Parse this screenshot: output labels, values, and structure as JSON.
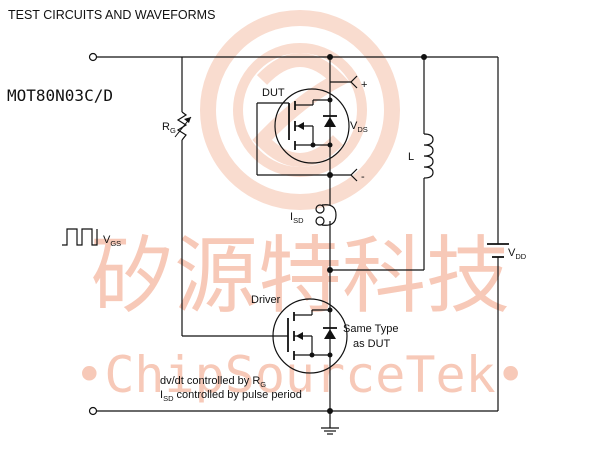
{
  "header": {
    "title": "TEST CIRCUITS AND WAVEFORMS"
  },
  "part_number": "MOT80N03C/D",
  "watermark": {
    "cn": "矽源特科技",
    "en": "•ChipSourceTek•"
  },
  "labels": {
    "dut": "DUT",
    "plus": "+",
    "minus": "-",
    "rg_main": "R",
    "rg_sub": "G",
    "vds_main": "V",
    "vds_sub": "DS",
    "inductor": "L",
    "isd_main": "I",
    "isd_sub": "SD",
    "vgs_main": "V",
    "vgs_sub": "GS",
    "vdd_main": "V",
    "vdd_sub": "DD",
    "driver": "Driver",
    "same_type_1": "Same Type",
    "same_type_2": "as DUT",
    "note1_main": "dv/dt controlled by R",
    "note1_sub": "G",
    "note2_i": "I",
    "note2_sub": "SD",
    "note2_rest": " controlled by pulse period"
  },
  "colors": {
    "line": "#111111",
    "watermark": "#f7c9b8"
  }
}
